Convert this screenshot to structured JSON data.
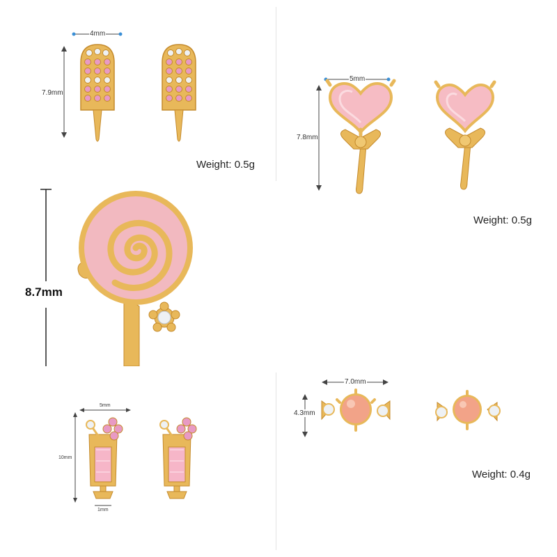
{
  "colors": {
    "gold": "#e8b85a",
    "gold_dark": "#c48a2c",
    "pink_stone": "#e89ac4",
    "pink_pastel": "#f6bcc4",
    "peach": "#f2a388",
    "crystal": "#eef1f4",
    "dim_line": "#444444",
    "dim_dot": "#3a8fd6"
  },
  "panels": {
    "popsicle": {
      "width_label": "4mm",
      "height_label": "7.9mm",
      "weight": "Weight: 0.5g"
    },
    "heart": {
      "width_label": "5mm",
      "height_label": "7.8mm",
      "weight": "Weight: 0.5g"
    },
    "lollipop": {
      "height_label": "8.7mm"
    },
    "cocktail": {
      "width_label": "5mm",
      "height_label": "10mm",
      "base_label": "1mm"
    },
    "candy": {
      "width_label": "7.0mm",
      "height_label": "4.3mm",
      "weight": "Weight: 0.4g"
    }
  }
}
